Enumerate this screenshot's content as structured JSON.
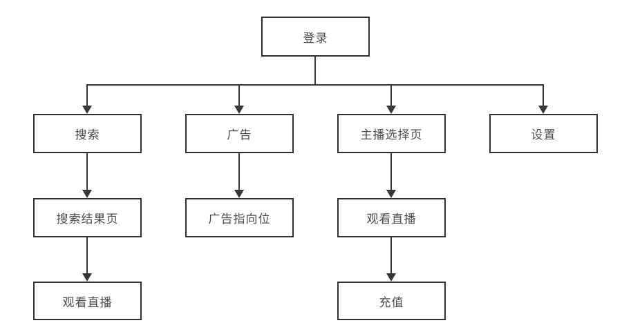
{
  "diagram": {
    "type": "flowchart",
    "orientation": "top-down",
    "nodes": {
      "login": {
        "label": "登录"
      },
      "search": {
        "label": "搜索"
      },
      "ad": {
        "label": "广告"
      },
      "anchor_select": {
        "label": "主播选择页"
      },
      "settings": {
        "label": "设置"
      },
      "search_results": {
        "label": "搜索结果页"
      },
      "ad_target": {
        "label": "广告指向位"
      },
      "watch_live_search": {
        "label": "观看直播"
      },
      "watch_live_anchor": {
        "label": "观看直播"
      },
      "recharge": {
        "label": "充值"
      }
    },
    "edges": [
      {
        "from": "登录",
        "to": "搜索"
      },
      {
        "from": "登录",
        "to": "广告"
      },
      {
        "from": "登录",
        "to": "主播选择页"
      },
      {
        "from": "登录",
        "to": "设置"
      },
      {
        "from": "搜索",
        "to": "搜索结果页"
      },
      {
        "from": "搜索结果页",
        "to": "观看直播"
      },
      {
        "from": "广告",
        "to": "广告指向位"
      },
      {
        "from": "主播选择页",
        "to": "观看直播"
      },
      {
        "from": "观看直播(主播选择页)",
        "to": "充值"
      }
    ],
    "colors": {
      "background": "#ffffff",
      "line": "#363636",
      "box_border": "#2f2f2f",
      "box_fill": "#ffffff",
      "text": "#4a4a4a"
    }
  }
}
